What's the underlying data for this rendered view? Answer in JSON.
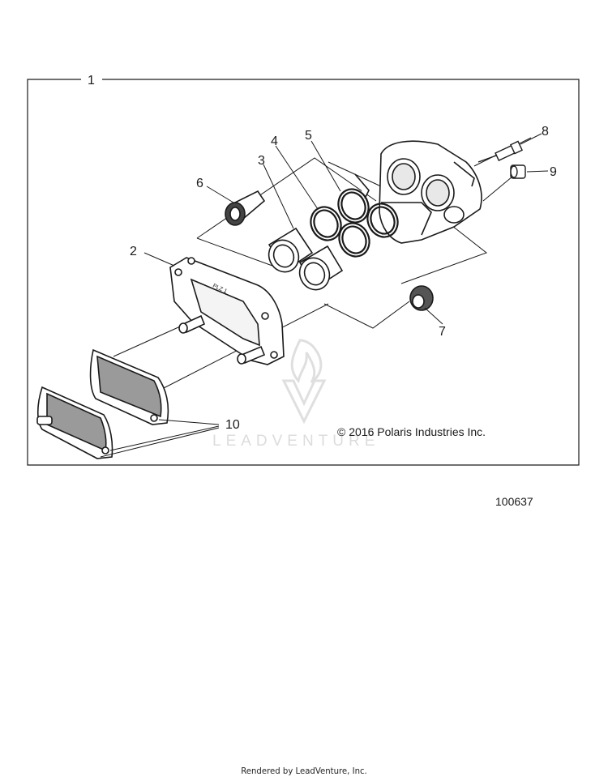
{
  "callouts": {
    "c1": "1",
    "c2": "2",
    "c3": "3",
    "c4": "4",
    "c5": "5",
    "c6": "6",
    "c7": "7",
    "c8": "8",
    "c9": "9",
    "c10": "10"
  },
  "copyright": "© 2016 Polaris Industries Inc.",
  "part_number": "100637",
  "watermark": "LEADVENTURE",
  "footer": "Rendered by LeadVenture, Inc."
}
